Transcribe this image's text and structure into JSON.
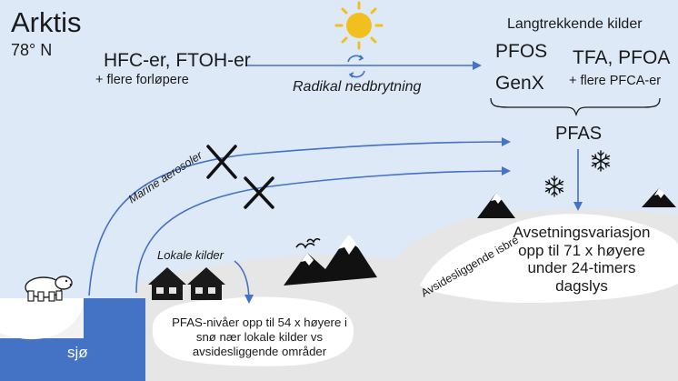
{
  "header": {
    "title": "Arktis",
    "latitude": "78° N"
  },
  "sources": {
    "hfc": "HFC-er, FTOH-er",
    "hfc_sub": "+ flere forløpere"
  },
  "process": {
    "label": "Radikal nedbrytning"
  },
  "long_range": {
    "heading": "Langtrekkende kilder",
    "pfos": "PFOS",
    "genx": "GenX",
    "tfa": "TFA, PFOA",
    "pfca": "+ flere PFCA-er"
  },
  "pfas": {
    "label": "PFAS"
  },
  "deposition": {
    "text": "Avsetningsvariasjon opp til 71 x høyere under 24-timers dagslys"
  },
  "glacier": {
    "label": "Avsidesliggende isbre"
  },
  "local": {
    "label": "Lokale kilder"
  },
  "marine": {
    "label": "Marine aerosoler"
  },
  "snow": {
    "text": "PFAS-nivåer opp til 54 x høyere i snø nær lokale kilder vs avsidesliggende områder"
  },
  "sea": {
    "label": "sjø"
  },
  "icons": [
    "sun-icon",
    "recycle-icon",
    "snowflake-icon",
    "cross-icon",
    "house-icon",
    "mountain-icon",
    "bird-icon",
    "polar-bear-icon"
  ],
  "colors": {
    "sky": "#dde9f7",
    "arrow": "#4472c4",
    "sea": "#4472c4",
    "ground": "#e6e6e6",
    "sun": "#f2c01e"
  }
}
